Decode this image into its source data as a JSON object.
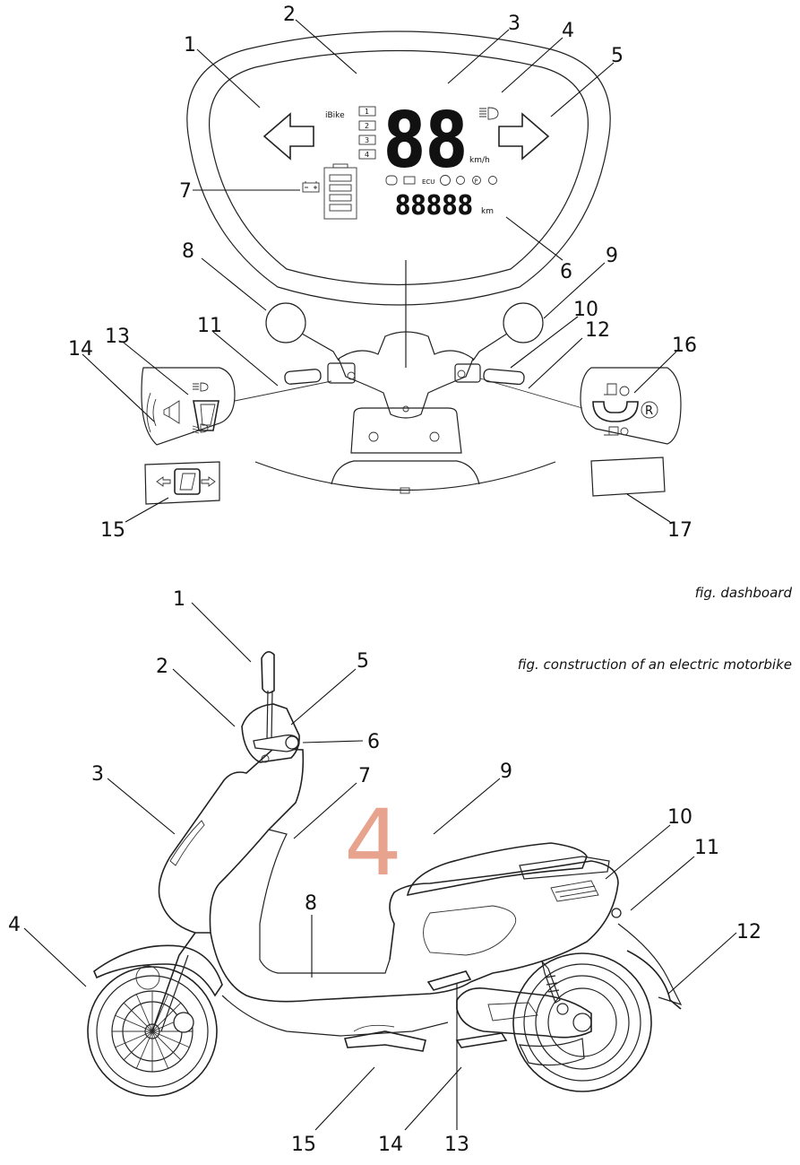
{
  "dashboard": {
    "speed_digits": "88",
    "speed_unit": "km/h",
    "odometer_digits": "88888",
    "odometer_unit": "km",
    "brand_text": "iBike",
    "gear_levels": [
      "1",
      "2",
      "3",
      "4"
    ],
    "ecu_text": "ECU",
    "park_text": "P",
    "reverse_text": "R",
    "callouts": [
      "1",
      "2",
      "3",
      "4",
      "5",
      "6",
      "7",
      "8",
      "9",
      "10",
      "11",
      "12",
      "13",
      "14",
      "15",
      "16",
      "17"
    ],
    "caption": "fig. dashboard"
  },
  "construction": {
    "callouts": [
      "1",
      "2",
      "3",
      "4",
      "5",
      "6",
      "7",
      "8",
      "9",
      "10",
      "11",
      "12",
      "13",
      "14",
      "15"
    ],
    "watermark": "4",
    "watermark_color": "#e8a38f",
    "caption": "fig. construction of an electric motorbike"
  }
}
